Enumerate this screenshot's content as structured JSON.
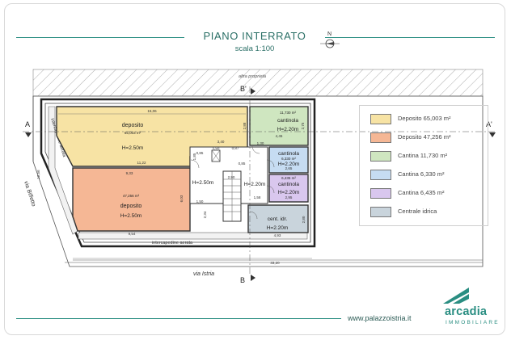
{
  "header": {
    "title": "PIANO INTERRATO",
    "scale": "scala 1:100"
  },
  "compass": {
    "north_label": "N"
  },
  "plan": {
    "neighbor_label": "altra proprietà",
    "street_left": "via Biffetto",
    "street_bottom": "via Istria",
    "section_a_left": "A",
    "section_a_right": "A'",
    "section_b_top": "B'",
    "section_b_bottom": "B",
    "left_cavity": "intercapedine aerata",
    "bottom_cavity": "intercapedine aerata",
    "rooms": {
      "deposito_top": {
        "name": "deposito",
        "area": "65,003 m²",
        "height": "H=2.50m"
      },
      "deposito_bottom": {
        "name": "deposito",
        "area": "47,256 m²",
        "height": "H=2.50m"
      },
      "cantinola_top": {
        "name": "cantinola",
        "area": "11,730 m²",
        "height": "H=2.20m"
      },
      "cantinola_mid": {
        "name": "cantinola",
        "area": "6,330 m²",
        "height": "H=2.20m"
      },
      "cantinola_low": {
        "name": "cantinola",
        "area": "6,435 m²",
        "height": "H=2.20m"
      },
      "centrale": {
        "name": "cent. idr.",
        "height": "H=2.20m"
      },
      "corridor_left": {
        "height": "H=2.50m"
      },
      "corridor_right": {
        "height": "H=2.20m"
      }
    },
    "dims": {
      "top_width": "15,06",
      "mid_width": "11,22",
      "lower_width": "9,33",
      "bottom_width": "9,54",
      "overall_width": "33,20",
      "left_depth": "12,56",
      "cantinola_width": "4,45",
      "cantinola_mid_width": "2,65",
      "cantinola_low_width": "2,95",
      "centrale_width": "4,93",
      "d_340": "3,40",
      "d_150": "1,50",
      "d_087": "0,87",
      "d_130": "1,30",
      "d_085a": "0,85",
      "d_185": "1,85",
      "d_085b": "0,85",
      "d_290": "2,90",
      "d_158": "1,58",
      "d_603": "6,03",
      "d_234": "2,34",
      "d_288": "2,88",
      "d_275": "2,75",
      "d_280": "2,80"
    }
  },
  "legend": {
    "items": [
      {
        "label": "Deposito 65,003 m²",
        "color": "#f7e3a4"
      },
      {
        "label": "Deposito 47,256 m²",
        "color": "#f5b795"
      },
      {
        "label": "Cantina 11,730 m²",
        "color": "#cfe6c0"
      },
      {
        "label": "Cantina 6,330 m²",
        "color": "#c6dcf2"
      },
      {
        "label": "Cantina 6,435 m²",
        "color": "#d9c7ee"
      },
      {
        "label": "Centrale idrica",
        "color": "#c9d4dc"
      }
    ]
  },
  "footer": {
    "website": "www.palazzoistria.it",
    "brand": "arcadia",
    "brand_sub": "IMMOBILIARE"
  }
}
